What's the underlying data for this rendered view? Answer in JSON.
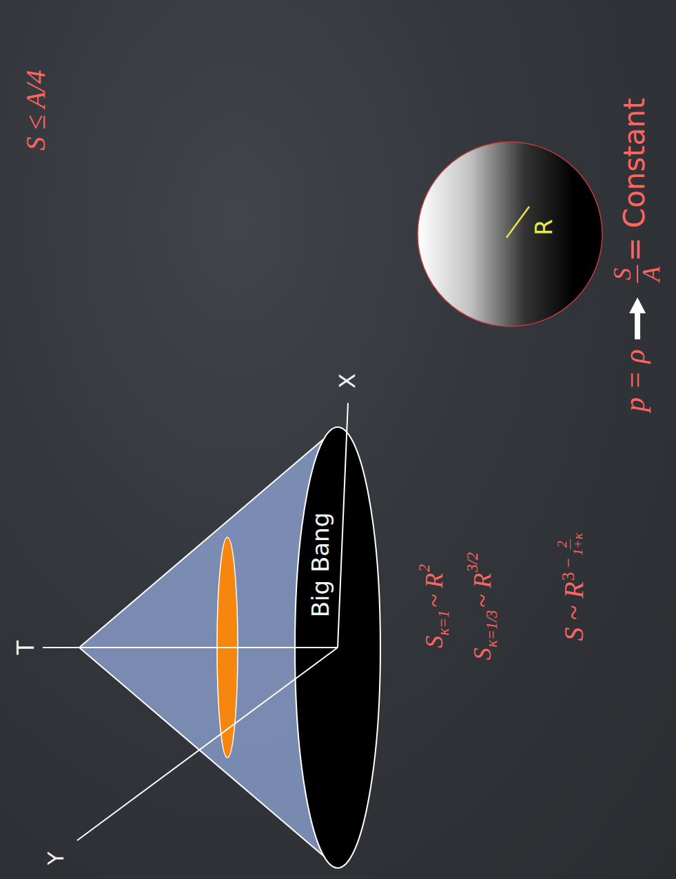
{
  "diagram": {
    "nodes": [
      {
        "text": [
          "Big Bang"
        ]
      },
      {
        "text": [
          "R"
        ]
      }
    ],
    "labels": [
      "S ≤ A/4",
      "T",
      "X",
      "Y",
      "p = ρ",
      "S",
      "A",
      "= Constant",
      "S ~ R",
      "3 −",
      "2",
      "1+κ",
      "S",
      "κ=1",
      "~ R",
      "2",
      "S",
      "κ=1/3",
      "~ R",
      "3/2"
    ]
  }
}
